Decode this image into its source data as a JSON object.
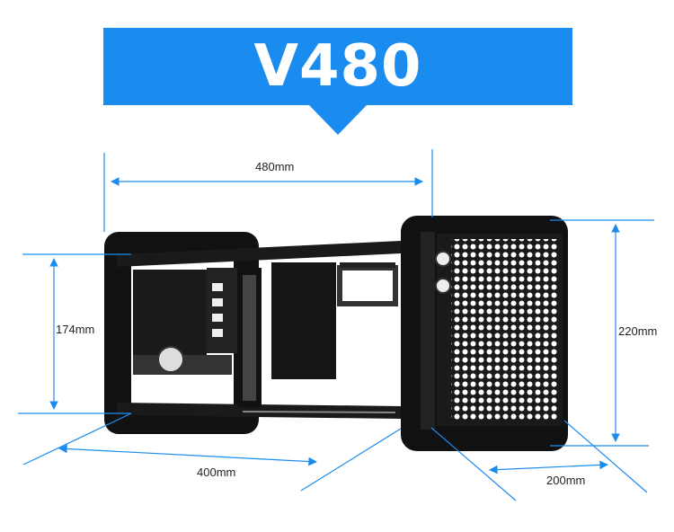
{
  "title": "V480",
  "dimensions": {
    "top_width": "480mm",
    "left_height": "174mm",
    "right_height": "220mm",
    "bottom_length": "400mm",
    "right_depth": "200mm"
  },
  "colors": {
    "banner": "#1a8cf0",
    "dimension_line": "#1a8cf0",
    "case_frame": "#111111"
  }
}
